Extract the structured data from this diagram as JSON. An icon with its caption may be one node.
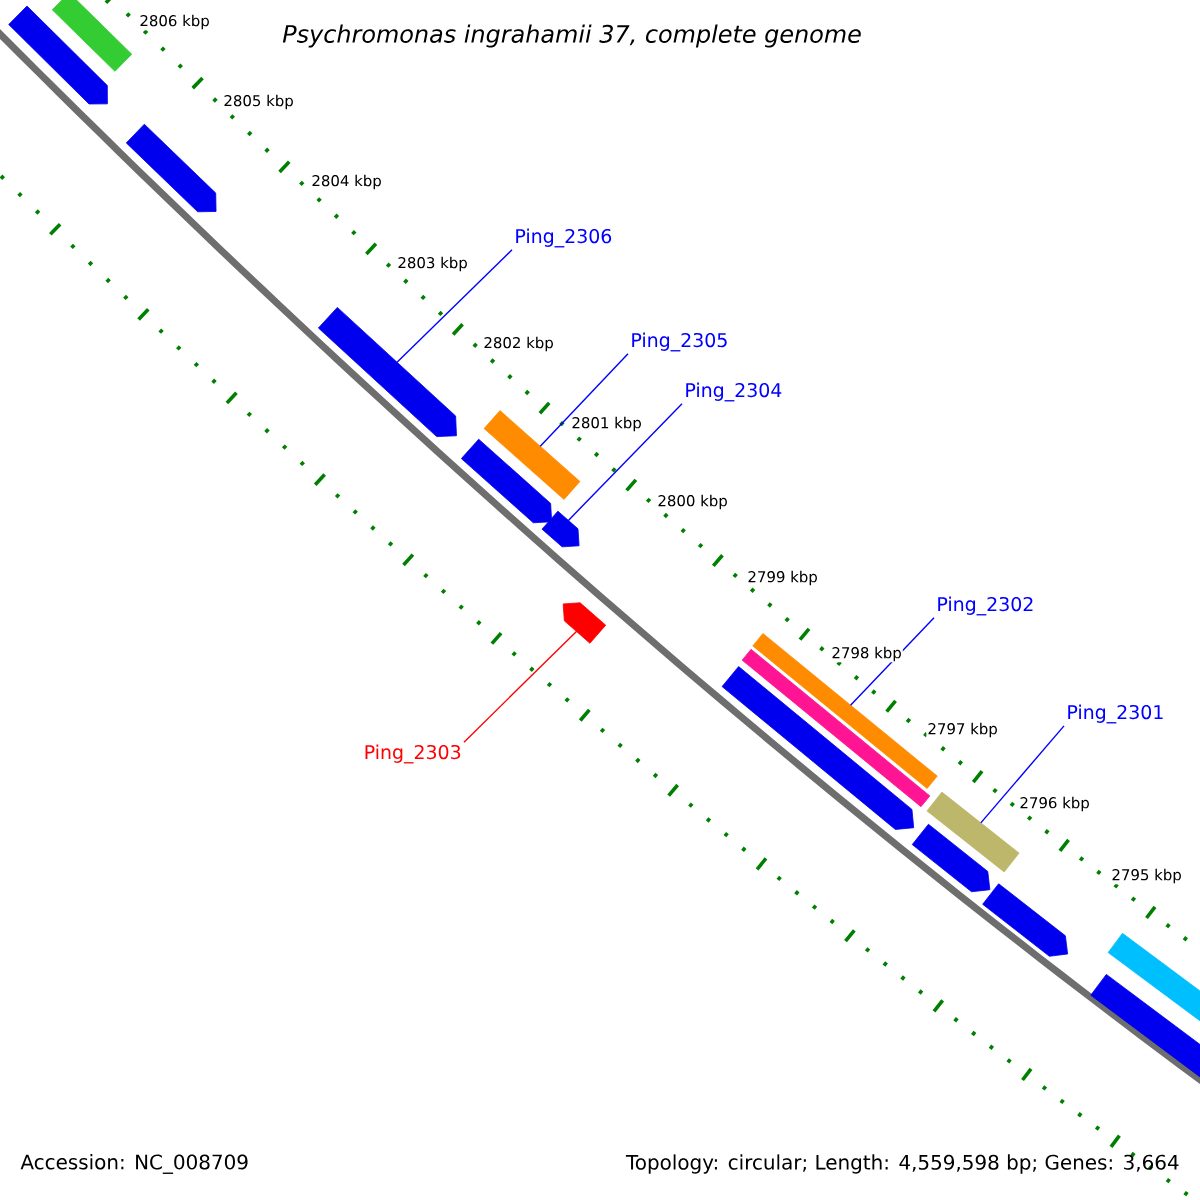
{
  "diagram": {
    "title": "Psychromonas ingrahamii 37, complete genome",
    "nodes": [
      {
        "text": [
          "Ping_2306"
        ]
      },
      {
        "text": [
          "Ping_2305"
        ]
      },
      {
        "text": [
          "Ping_2304"
        ]
      },
      {
        "text": [
          "Ping_2302"
        ]
      },
      {
        "text": [
          "Ping_2301"
        ]
      },
      {
        "text": [
          "Ping_2303"
        ]
      },
      {
        "text": [],
        "shape": "bar"
      },
      {
        "text": [],
        "shape": "bar"
      },
      {
        "text": [],
        "shape": "bar"
      },
      {
        "text": [],
        "shape": "bar"
      },
      {
        "text": [],
        "shape": "bar"
      },
      {
        "text": [],
        "shape": "bar"
      },
      {
        "text": [],
        "shape": "bar"
      },
      {
        "text": [],
        "shape": "bar"
      },
      {
        "text": [],
        "shape": "bar"
      },
      {
        "text": [],
        "shape": "bar"
      },
      {
        "text": [],
        "shape": "bar"
      },
      {
        "text": [],
        "shape": "bar"
      },
      {
        "text": [],
        "shape": "bar"
      },
      {
        "text": [],
        "shape": "bar"
      },
      {
        "text": [],
        "shape": "bar"
      },
      {
        "text": [],
        "shape": "bar"
      }
    ],
    "edges": [
      {
        "from": 0,
        "to": 9,
        "arrow": "none"
      },
      {
        "from": 1,
        "to": 11,
        "arrow": "none"
      },
      {
        "from": 2,
        "to": 12,
        "arrow": "none"
      },
      {
        "from": 3,
        "to": 16,
        "arrow": "none"
      },
      {
        "from": 4,
        "to": 18,
        "arrow": "none"
      },
      {
        "from": 5,
        "to": 13,
        "arrow": "none",
        "color": "#ff0000"
      }
    ],
    "labels": [
      "2806 kbp",
      "2805 kbp",
      "2804 kbp",
      "2803 kbp",
      "2802 kbp",
      "2801 kbp",
      "2800 kbp",
      "2799 kbp",
      "2798 kbp",
      "2797 kbp",
      "2796 kbp",
      "2795 kbp",
      "Accession: NC_008709",
      "Topology: circular; Length: 4,559,598 bp; Genes: 3,664"
    ]
  }
}
